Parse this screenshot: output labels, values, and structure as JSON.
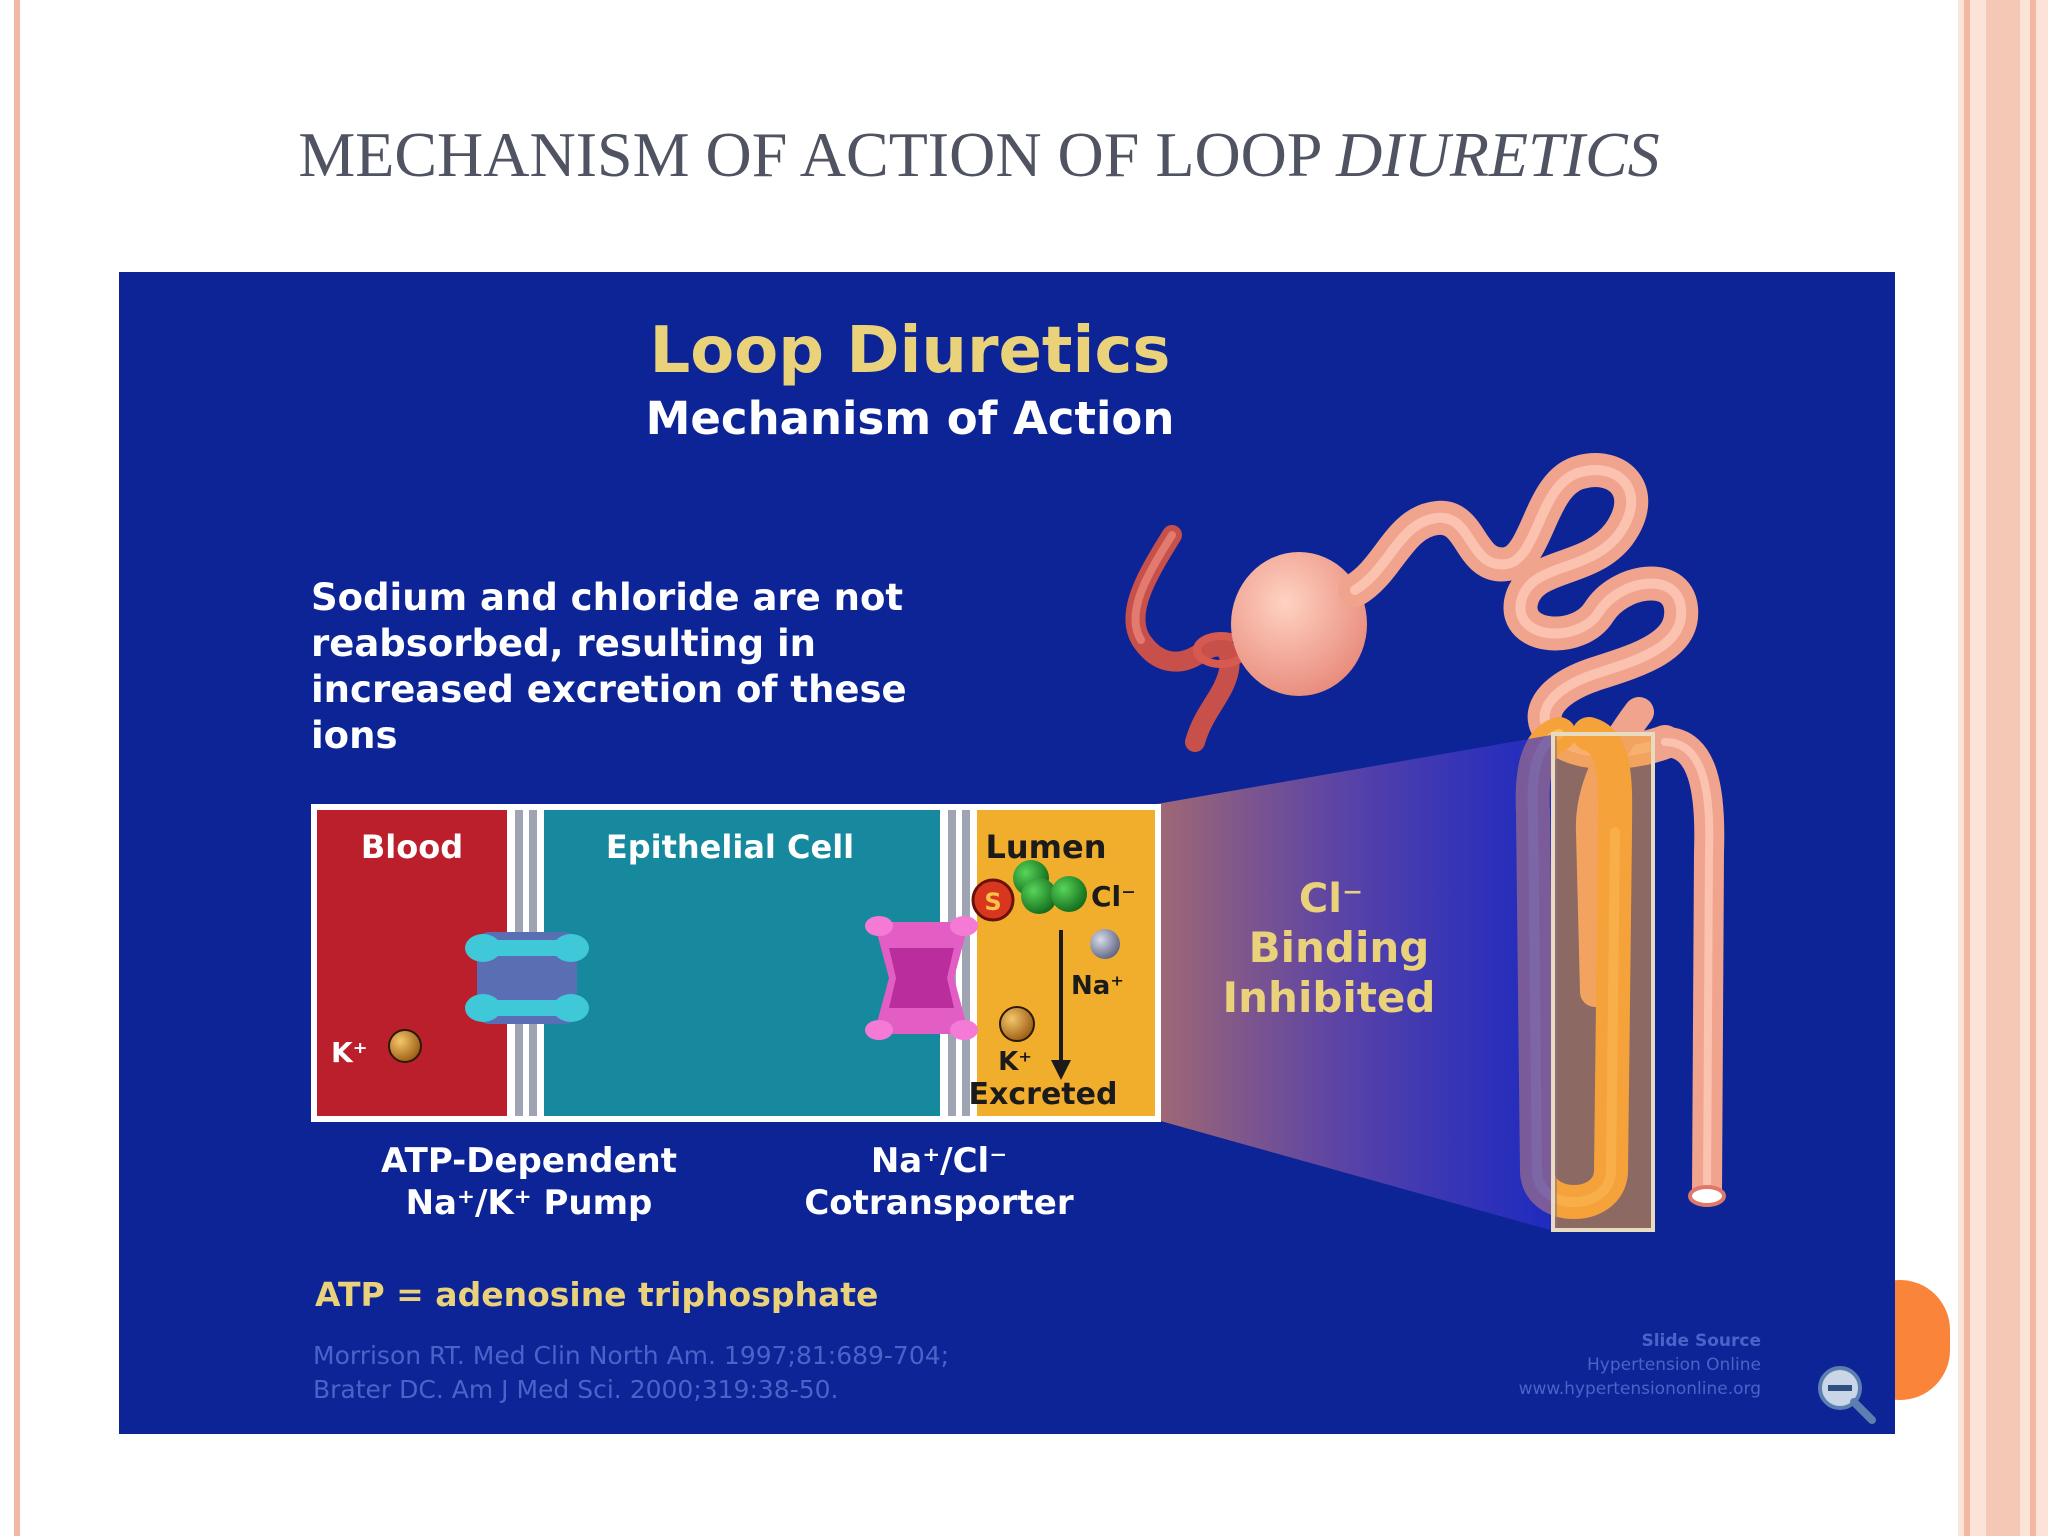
{
  "slide": {
    "title_main": "MECHANISM OF ACTION OF LOOP ",
    "title_em": "DIURETICS"
  },
  "figure": {
    "heading": "Loop Diuretics",
    "subheading": "Mechanism of Action",
    "description": [
      "Sodium and chloride are not",
      "reabsorbed, resulting in",
      "increased excretion of these",
      "ions"
    ],
    "compartments": {
      "blood": "Blood",
      "epithelial": "Epithelial Cell",
      "lumen": "Lumen"
    },
    "ion_labels": {
      "k_blood": "K⁺",
      "cl_lumen": "Cl⁻",
      "na_lumen": "Na⁺",
      "k_lumen": "K⁺",
      "excreted": "Excreted",
      "drug_marker": "S"
    },
    "binding": [
      "Cl⁻",
      "Binding",
      "Inhibited"
    ],
    "pump_label": [
      "ATP-Dependent",
      "Na⁺/K⁺ Pump"
    ],
    "cotransporter_label": [
      "Na⁺/Cl⁻",
      "Cotransporter"
    ],
    "atp_note": "ATP = adenosine triphosphate",
    "references": [
      "Morrison RT. Med Clin North Am. 1997;81:689-704;",
      "Brater DC. Am J Med Sci. 2000;319:38-50."
    ],
    "source": [
      "Slide Source",
      "Hypertension Online",
      "www.hypertensiononline.org"
    ]
  },
  "icons": {
    "zoom": "zoom-out-icon"
  },
  "colors": {
    "panel_bg": "#0c2496",
    "heading": "#e9d27a",
    "blood": "#bc1f2c",
    "cell": "#17899e",
    "lumen": "#f1ae2c",
    "accent_orange": "#f9843a"
  }
}
